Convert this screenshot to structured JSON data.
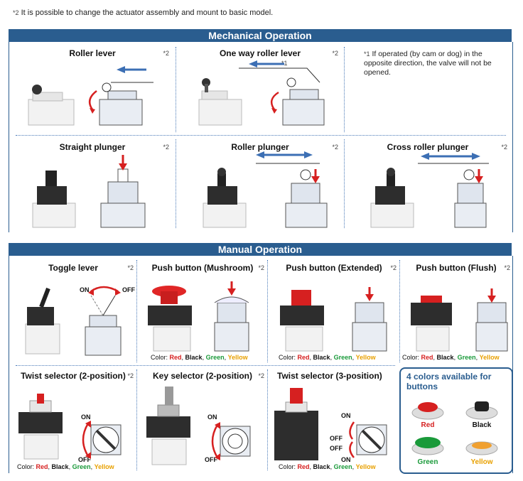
{
  "note": {
    "mark": "*2",
    "text": "It is possible to change the actuator assembly and mount to basic model."
  },
  "mechanical": {
    "title": "Mechanical Operation",
    "items": [
      {
        "label": "Roller lever",
        "mark": "*2"
      },
      {
        "label": "One way roller lever",
        "mark": "*2",
        "arrow_mark": "*1"
      },
      {
        "label": "Straight plunger",
        "mark": "*2"
      },
      {
        "label": "Roller plunger",
        "mark": "*2"
      },
      {
        "label": "Cross roller plunger",
        "mark": "*2"
      }
    ],
    "footnote": {
      "mark": "*1",
      "text": "If operated (by cam or dog) in the opposite direction, the valve will not be opened."
    }
  },
  "manual": {
    "title": "Manual Operation",
    "items": [
      {
        "label": "Toggle lever",
        "mark": "*2",
        "on": "ON",
        "off": "OFF"
      },
      {
        "label": "Push button (Mushroom)",
        "mark": "*2"
      },
      {
        "label": "Push button (Extended)",
        "mark": "*2"
      },
      {
        "label": "Push button (Flush)",
        "mark": "*2"
      },
      {
        "label": "Twist selector (2-position)",
        "mark": "*2",
        "on": "ON",
        "off": "OFF"
      },
      {
        "label": "Key selector (2-position)",
        "mark": "*2",
        "on": "ON",
        "off": "OFF"
      },
      {
        "label": "Twist selector (3-position)",
        "on": "ON",
        "off": "OFF",
        "off2": "OFF",
        "on2": "ON"
      }
    ],
    "color_line": {
      "prefix": "Color: ",
      "red": "Red",
      "black": "Black",
      "green": "Green",
      "yellow": "Yellow"
    }
  },
  "colors_box": {
    "title": "4 colors available for buttons",
    "buttons": [
      "Red",
      "Black",
      "Green",
      "Yellow"
    ]
  },
  "palette": {
    "banner": "#2a5d8f",
    "red": "#d62020",
    "green": "#1a9a3a",
    "yellow": "#e8a000",
    "arrow_blue": "#3c6fb4"
  }
}
